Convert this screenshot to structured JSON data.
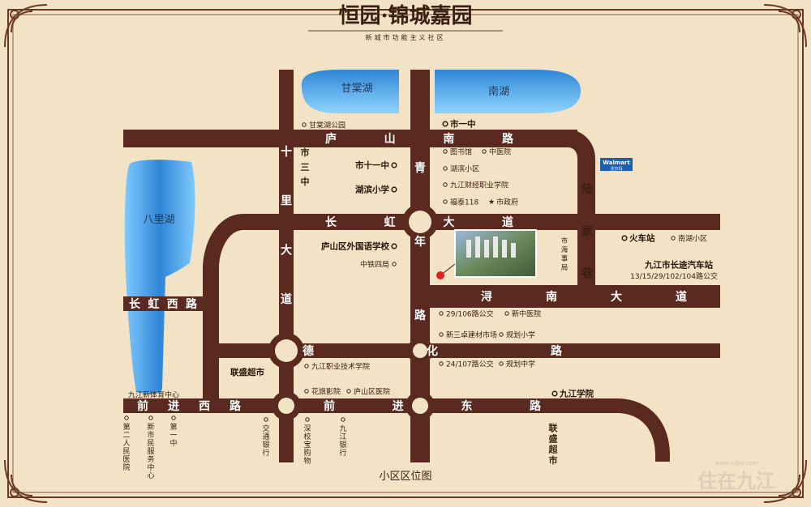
{
  "header": {
    "title": "恒园·锦城嘉园",
    "subtitle": "新城市功能主义社区"
  },
  "caption": "小区区位图",
  "watermark": {
    "text": "住在九江",
    "url": "www.zzjjw.com"
  },
  "lakes": {
    "ganji": "甘棠湖",
    "nan": "南湖",
    "bali": "八里湖"
  },
  "roads": {
    "lushan": "庐山南路",
    "changhong": "长虹大道",
    "xunnan": "浔南大道",
    "dehua": "德化路",
    "qianjin_w": "前进西路",
    "qianjin_e": "前进东路",
    "changhong_w": "长虹西路",
    "qingnian": "青年路",
    "shilidadao": "十里大道",
    "lujiaxiang": "陆家巷",
    "shisanzhong": "市三中",
    "lianshengshi": "联盛超市"
  },
  "pois": {
    "ganjipark": "甘棠湖公园",
    "yizhong": "市一中",
    "library": "图书馆",
    "tcm": "中医院",
    "hubinxiaoqu": "湖滨小区",
    "caijing": "九江财经职业学院",
    "futai": "福泰118",
    "gov": "市政府",
    "shiyizhong": "市十一中",
    "hubinxiaoxue": "湖滨小学",
    "walmart": "Walmart",
    "walmart_cn": "沃尔玛",
    "station": "火车站",
    "nanhu_xiaoqu": "南湖小区",
    "foreign": "庐山区外国语学校",
    "zhongtie": "中铁四局",
    "haishi": "市海事局",
    "bus_station": "九江市长途汽车站",
    "bus_lines": "13/15/29/102/104路公交",
    "bus29": "29/106路公交",
    "xinzhong": "新中医院",
    "xinsanzhuo": "新三卓建材市场",
    "guihua_xiao": "规划小学",
    "bus24": "24/107路公交",
    "guihua_zhong": "规划中学",
    "lianshengshi": "联盛超市",
    "zhiye": "九江职业技术学院",
    "huaqi": "花旗影院",
    "lushanyiyuan": "庐山区医院",
    "jiujiangxueyuan": "九江学院",
    "tiyu": "九江新体育中心",
    "renmin2": "第二人民医院",
    "xinshi": "新市民服务中心",
    "yizhong_b": "第一中",
    "jiaotong": "交通银行",
    "shenxiao": "深校宝购物",
    "jjbank": "九江银行",
    "lianshengdi": "联盛超市"
  },
  "colors": {
    "road": "#5a2a20",
    "background": "#f2e2c6",
    "water": "#3d9ee0",
    "frame": "#6b3a20",
    "target": "#e02020"
  }
}
